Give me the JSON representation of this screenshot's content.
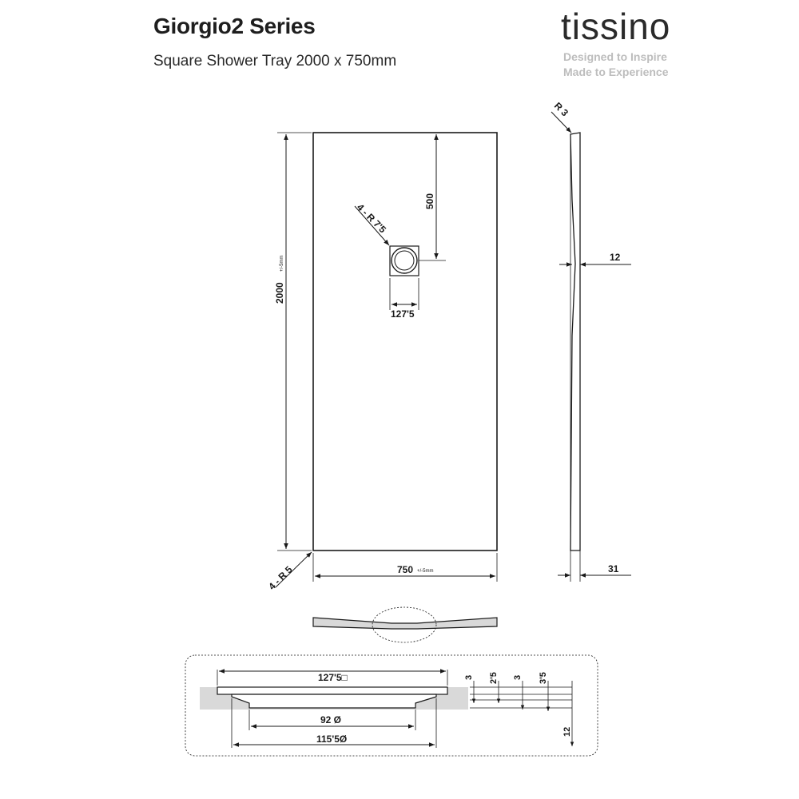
{
  "header": {
    "title": "Giorgio2 Series",
    "subtitle": "Square Shower Tray 2000 x 750mm"
  },
  "brand": {
    "logo_text": "tissino",
    "tagline_1": "Designed to Inspire",
    "tagline_2": "Made to Experience"
  },
  "plan_view": {
    "length_label": "2000",
    "length_tolerance": "+/-5mm",
    "width_label": "750",
    "width_tolerance": "+/-5mm",
    "corner_radius_label": "4 - R 5",
    "waste_offset_label": "500",
    "waste_corner_radius_label": "4 - R 7'5",
    "waste_size_label": "127'5"
  },
  "side_view": {
    "top_radius_label": "R 3",
    "fall_label": "12",
    "thickness_label": "31"
  },
  "waste_detail": {
    "top_width_label": "127'5□",
    "inner_diameter_label": "92 Ø",
    "outer_diameter_label": "115'5Ø",
    "dim_3a": "3",
    "dim_2_5": "2'5",
    "dim_3b": "3",
    "dim_3_5": "3'5",
    "dim_12": "12"
  },
  "colors": {
    "line": "#1a1a1a",
    "shade": "#d9d9d9",
    "tagline": "#bdbdbd"
  }
}
